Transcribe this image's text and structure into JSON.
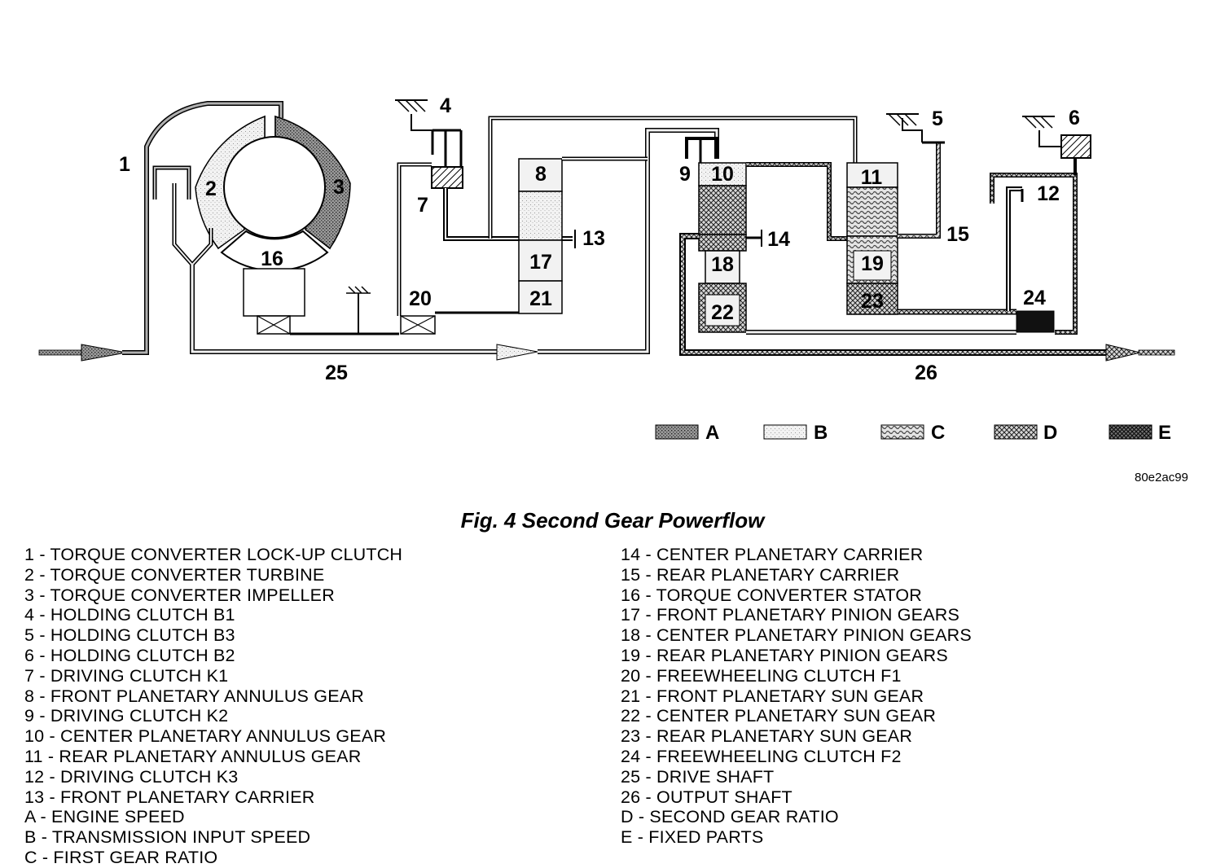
{
  "figure": {
    "caption": "Fig. 4 Second Gear Powerflow",
    "reference_code": "80e2ac99"
  },
  "diagram_labels": {
    "n1": "1",
    "n2": "2",
    "n3": "3",
    "n4": "4",
    "n5": "5",
    "n6": "6",
    "n7": "7",
    "n8": "8",
    "n9": "9",
    "n10": "10",
    "n11": "11",
    "n12": "12",
    "n13": "13",
    "n14": "14",
    "n15": "15",
    "n16": "16",
    "n17": "17",
    "n18": "18",
    "n19": "19",
    "n20": "20",
    "n21": "21",
    "n22": "22",
    "n23": "23",
    "n24": "24",
    "n25": "25",
    "n26": "26"
  },
  "legend": [
    {
      "key": "A",
      "pattern": "dots-dense"
    },
    {
      "key": "B",
      "pattern": "dots-light"
    },
    {
      "key": "C",
      "pattern": "wavy"
    },
    {
      "key": "D",
      "pattern": "cross-hatch"
    },
    {
      "key": "E",
      "pattern": "dense-hatch"
    }
  ],
  "parts_left": [
    "1 - TORQUE CONVERTER LOCK-UP CLUTCH",
    "2 - TORQUE CONVERTER TURBINE",
    "3 - TORQUE CONVERTER IMPELLER",
    "4 - HOLDING CLUTCH B1",
    "5 - HOLDING CLUTCH B3",
    "6 - HOLDING CLUTCH B2",
    "7 - DRIVING CLUTCH K1",
    "8 - FRONT PLANETARY ANNULUS GEAR",
    "9 - DRIVING CLUTCH K2",
    "10 - CENTER PLANETARY ANNULUS GEAR",
    "11 - REAR PLANETARY ANNULUS GEAR",
    "12 - DRIVING CLUTCH K3",
    "13 - FRONT PLANETARY CARRIER",
    "A - ENGINE SPEED",
    "B - TRANSMISSION INPUT SPEED",
    "C - FIRST GEAR RATIO"
  ],
  "parts_right": [
    "14 - CENTER PLANETARY CARRIER",
    "15 - REAR PLANETARY CARRIER",
    "16 - TORQUE CONVERTER STATOR",
    "17 - FRONT PLANETARY PINION GEARS",
    "18 - CENTER PLANETARY PINION GEARS",
    "19 - REAR PLANETARY PINION GEARS",
    "20 - FREEWHEELING CLUTCH F1",
    "21 - FRONT PLANETARY SUN GEAR",
    "22 - CENTER PLANETARY SUN GEAR",
    "23 - REAR PLANETARY SUN GEAR",
    "24 - FREEWHEELING CLUTCH F2",
    "25 - DRIVE SHAFT",
    "26 - OUTPUT SHAFT",
    "D - SECOND GEAR RATIO",
    "E - FIXED PARTS"
  ]
}
